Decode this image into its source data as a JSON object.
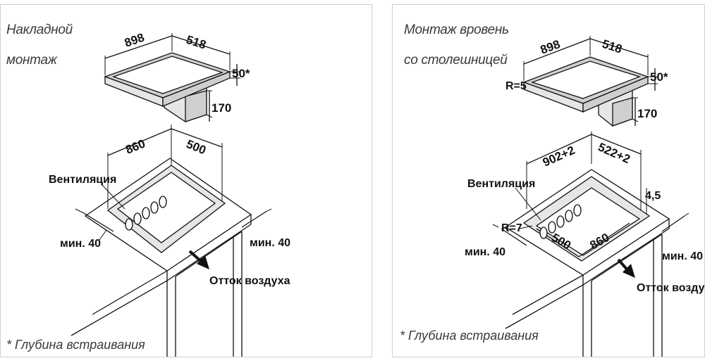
{
  "left_panel": {
    "title_line1": "Накладной",
    "title_line2": "монтаж",
    "dim_width": "898",
    "dim_depth": "518",
    "dim_height": "50*",
    "dim_box": "170",
    "cut_width": "860",
    "cut_depth": "500",
    "ventilation": "Вентиляция",
    "min_left": "мин. 40",
    "min_right": "мин. 40",
    "airflow": "Отток воздуха",
    "footnote": "* Глубина встраивания"
  },
  "right_panel": {
    "title_line1": "Монтаж вровень",
    "title_line2": "со столешницей",
    "dim_width": "898",
    "dim_depth": "518",
    "dim_height": "50*",
    "dim_box": "170",
    "radius_top": "R=5",
    "cut_width": "902+2",
    "cut_depth": "522+2",
    "rebate_depth": "4,5",
    "inner_depth": "500",
    "inner_width": "860",
    "radius_cut": "R=7",
    "ventilation": "Вентиляция",
    "min_left": "мин. 40",
    "min_right": "мин. 40",
    "airflow": "Отток воздуха",
    "footnote": "* Глубина встраивания"
  }
}
